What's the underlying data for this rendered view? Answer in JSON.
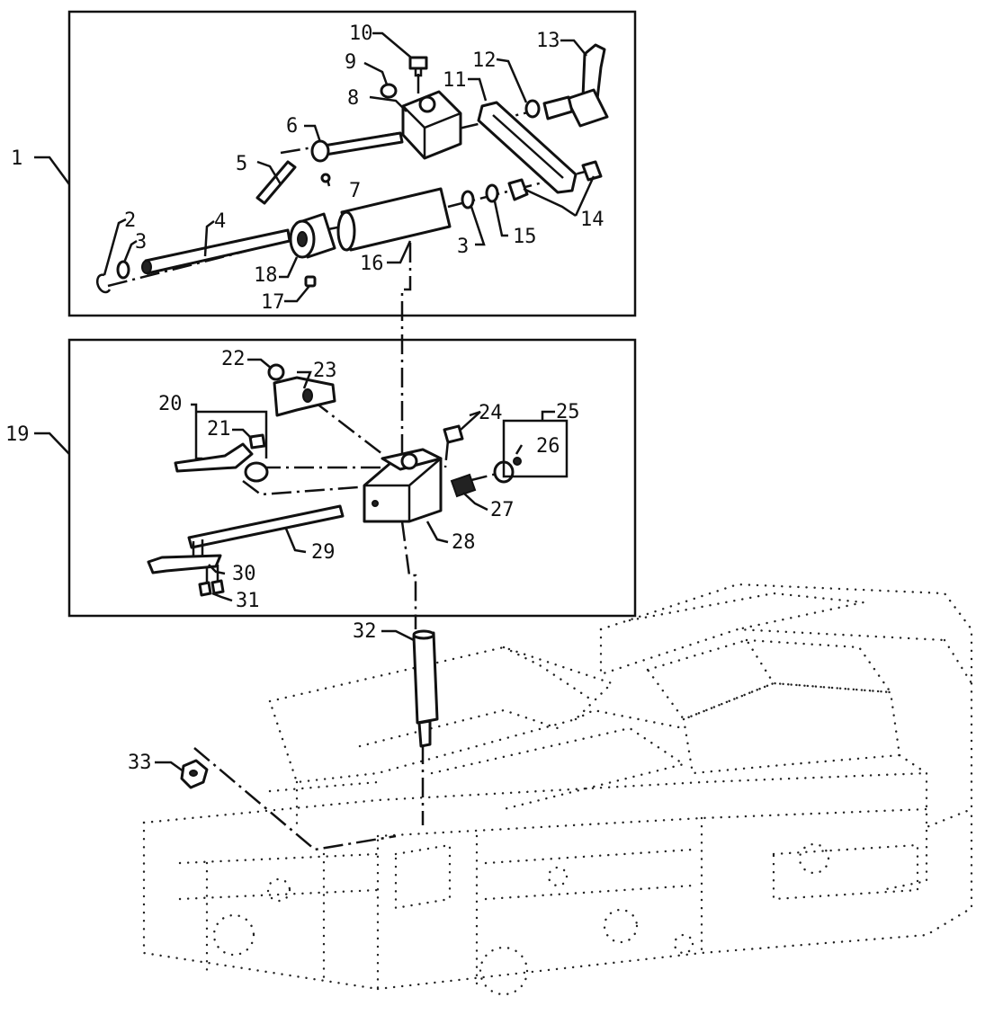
{
  "callouts": [
    {
      "id": "c1",
      "label": "1"
    },
    {
      "id": "c2",
      "label": "2"
    },
    {
      "id": "c3a",
      "label": "3"
    },
    {
      "id": "c3b",
      "label": "3"
    },
    {
      "id": "c4",
      "label": "4"
    },
    {
      "id": "c5",
      "label": "5"
    },
    {
      "id": "c6",
      "label": "6"
    },
    {
      "id": "c7",
      "label": "7"
    },
    {
      "id": "c8",
      "label": "8"
    },
    {
      "id": "c9",
      "label": "9"
    },
    {
      "id": "c10",
      "label": "10"
    },
    {
      "id": "c11",
      "label": "11"
    },
    {
      "id": "c12",
      "label": "12"
    },
    {
      "id": "c13",
      "label": "13"
    },
    {
      "id": "c14",
      "label": "14"
    },
    {
      "id": "c15",
      "label": "15"
    },
    {
      "id": "c16",
      "label": "16"
    },
    {
      "id": "c17",
      "label": "17"
    },
    {
      "id": "c18",
      "label": "18"
    },
    {
      "id": "c19",
      "label": "19"
    },
    {
      "id": "c20",
      "label": "20"
    },
    {
      "id": "c21",
      "label": "21"
    },
    {
      "id": "c22",
      "label": "22"
    },
    {
      "id": "c23",
      "label": "23"
    },
    {
      "id": "c24",
      "label": "24"
    },
    {
      "id": "c25",
      "label": "25"
    },
    {
      "id": "c26",
      "label": "26"
    },
    {
      "id": "c27",
      "label": "27"
    },
    {
      "id": "c28",
      "label": "28"
    },
    {
      "id": "c29",
      "label": "29"
    },
    {
      "id": "c30",
      "label": "30"
    },
    {
      "id": "c31",
      "label": "31"
    },
    {
      "id": "c32",
      "label": "32"
    },
    {
      "id": "c33",
      "label": "33"
    }
  ]
}
